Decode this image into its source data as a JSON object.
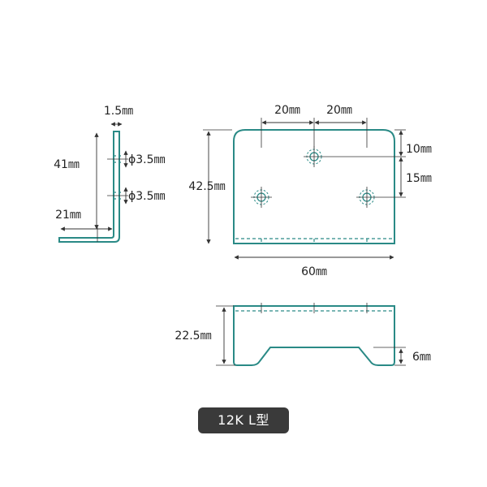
{
  "side_view": {
    "thickness_label": "1.5㎜",
    "height_label": "41㎜",
    "hole1_label": "ϕ3.5㎜",
    "hole2_label": "ϕ3.5㎜",
    "foot_label": "21㎜"
  },
  "front_view": {
    "spacing_left_label": "20㎜",
    "spacing_right_label": "20㎜",
    "top_offset_label": "10㎜",
    "hole_drop_label": "15㎜",
    "height_label": "42.5㎜",
    "width_label": "60㎜"
  },
  "bottom_view": {
    "depth_label": "22.5㎜",
    "notch_label": "6㎜"
  },
  "caption": "12K L型",
  "colors": {
    "part_outline": "#2a8a86",
    "dimension": "#333333",
    "caption_bg": "#3a3a3a"
  }
}
